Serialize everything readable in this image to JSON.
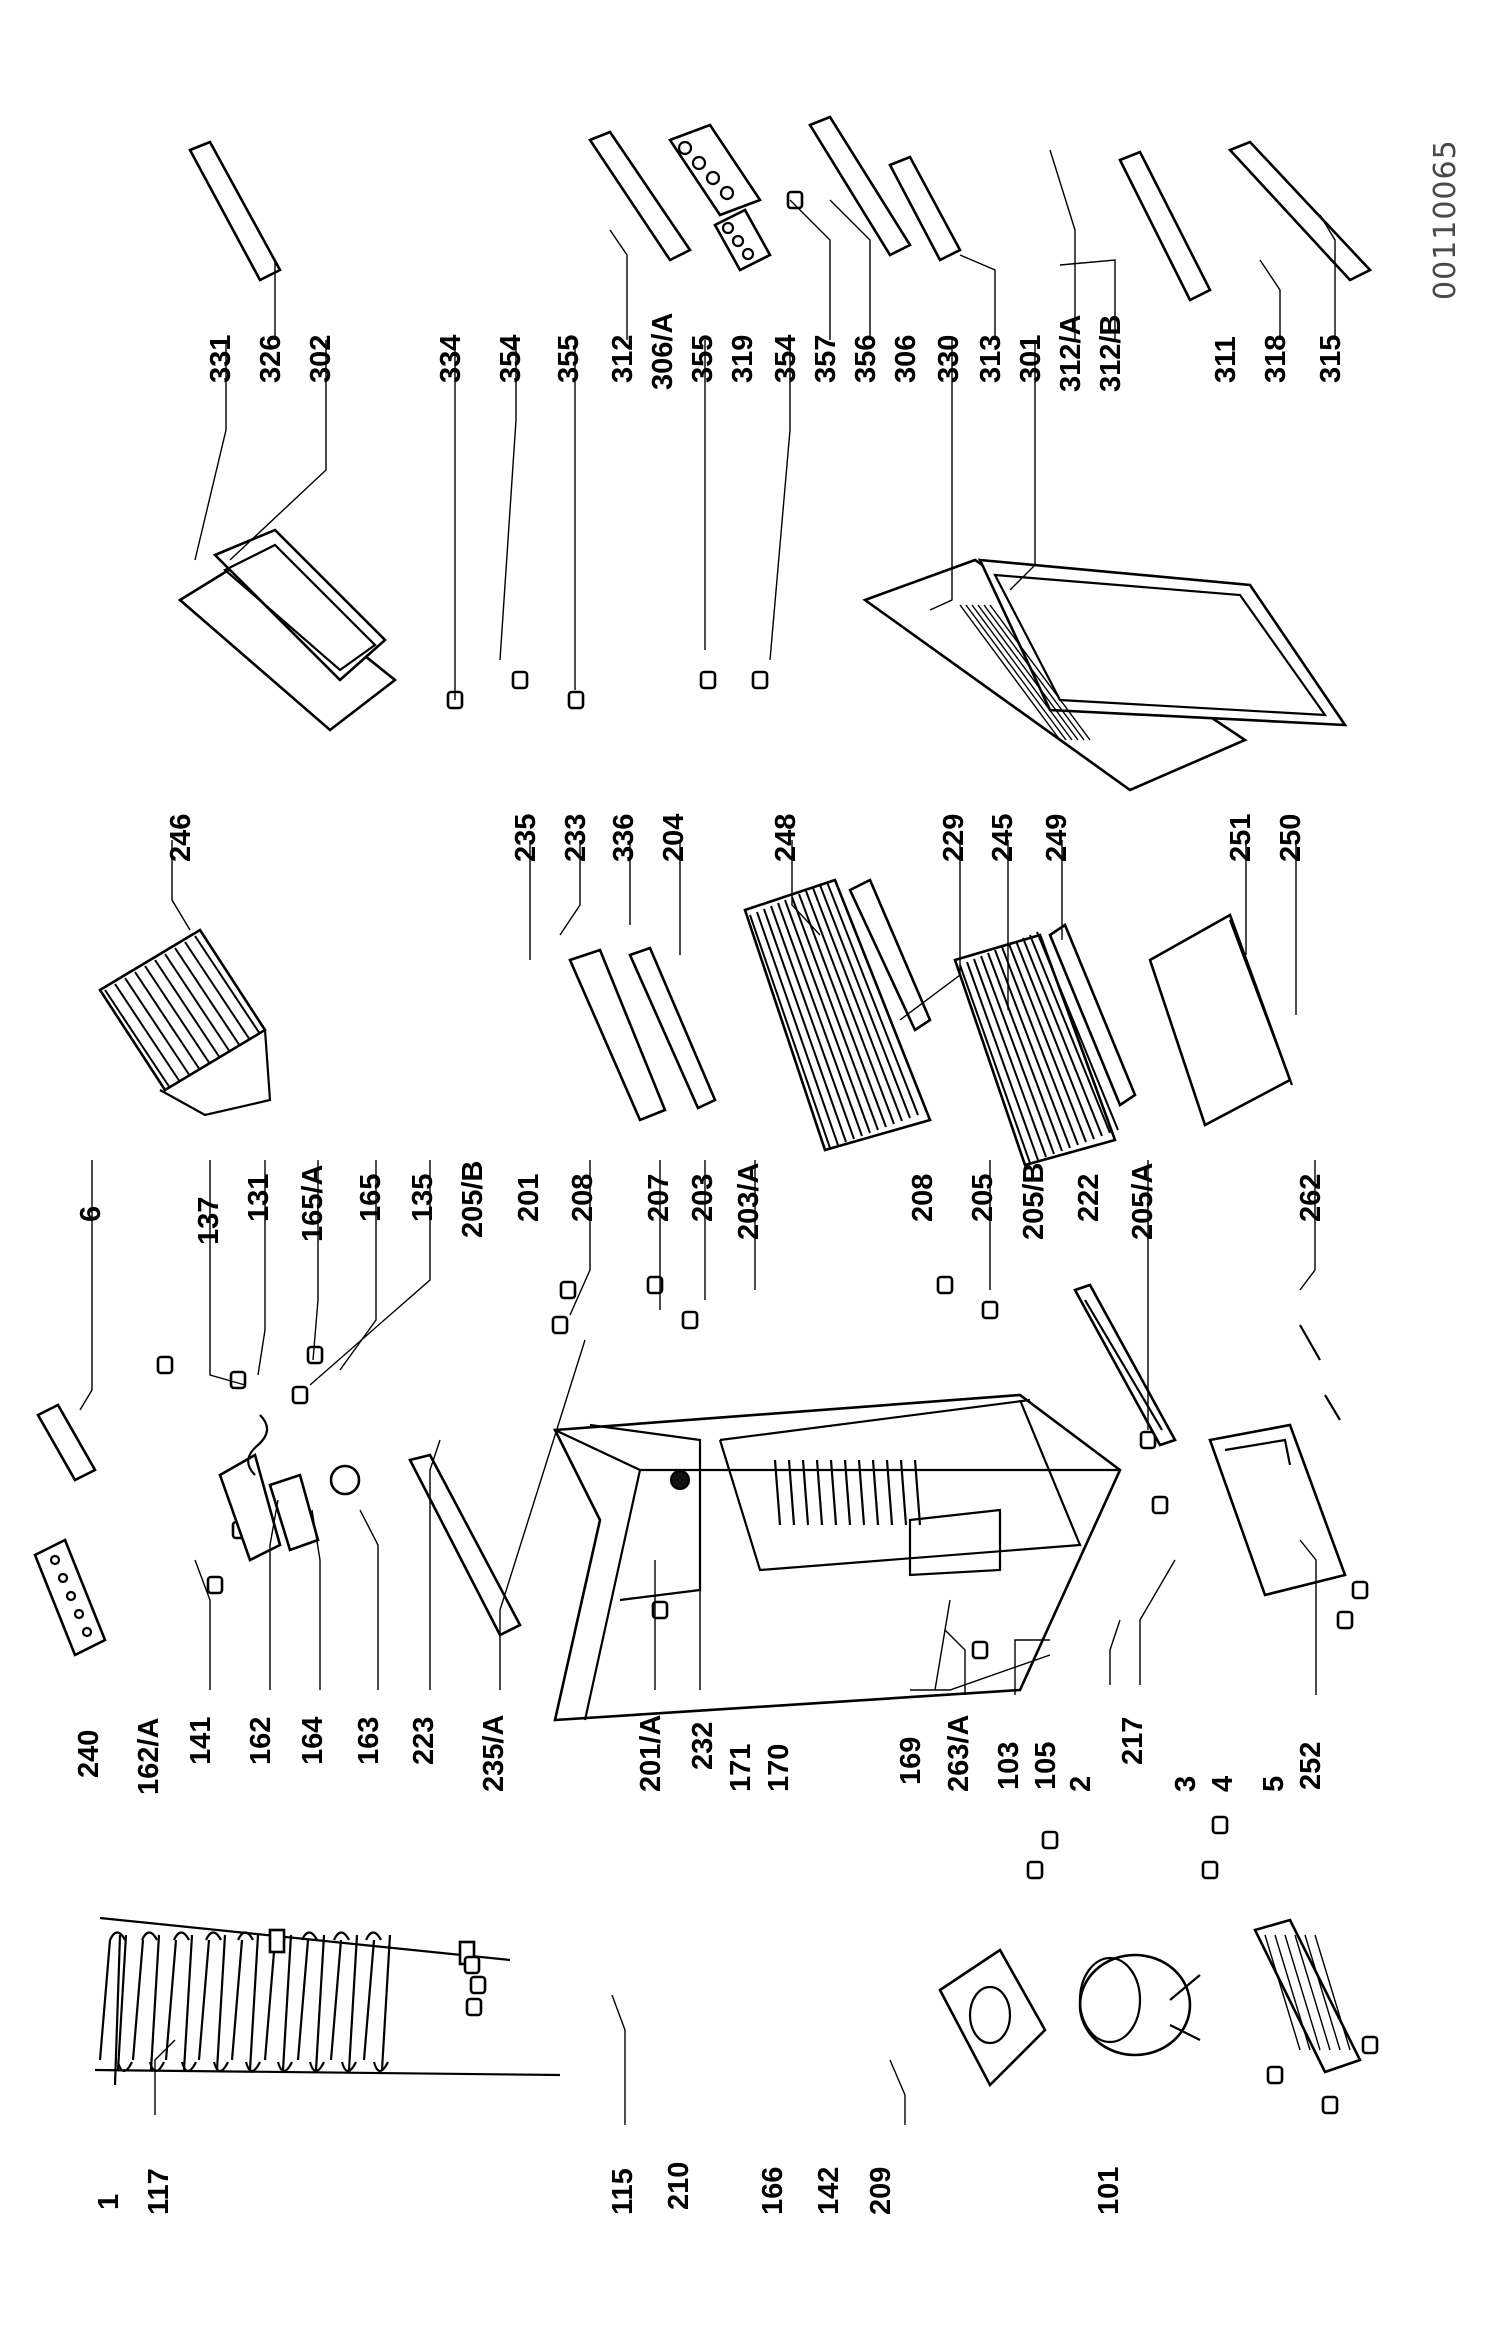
{
  "diagram": {
    "reference_code": "00110065",
    "labels": [
      {
        "id": "1",
        "text": "1"
      },
      {
        "id": "117",
        "text": "117"
      },
      {
        "id": "115",
        "text": "115"
      },
      {
        "id": "210",
        "text": "210"
      },
      {
        "id": "166",
        "text": "166"
      },
      {
        "id": "142",
        "text": "142"
      },
      {
        "id": "209",
        "text": "209"
      },
      {
        "id": "101",
        "text": "101"
      },
      {
        "id": "240",
        "text": "240"
      },
      {
        "id": "162A",
        "text": "162/A"
      },
      {
        "id": "141",
        "text": "141"
      },
      {
        "id": "162",
        "text": "162"
      },
      {
        "id": "164",
        "text": "164"
      },
      {
        "id": "163",
        "text": "163"
      },
      {
        "id": "223",
        "text": "223"
      },
      {
        "id": "235A",
        "text": "235/A"
      },
      {
        "id": "201A",
        "text": "201/A"
      },
      {
        "id": "232",
        "text": "232"
      },
      {
        "id": "171",
        "text": "171"
      },
      {
        "id": "170",
        "text": "170"
      },
      {
        "id": "169",
        "text": "169"
      },
      {
        "id": "263A",
        "text": "263/A"
      },
      {
        "id": "103",
        "text": "103"
      },
      {
        "id": "105",
        "text": "105"
      },
      {
        "id": "2",
        "text": "2"
      },
      {
        "id": "217",
        "text": "217"
      },
      {
        "id": "3",
        "text": "3"
      },
      {
        "id": "4",
        "text": "4"
      },
      {
        "id": "5",
        "text": "5"
      },
      {
        "id": "252",
        "text": "252"
      },
      {
        "id": "6",
        "text": "6"
      },
      {
        "id": "137",
        "text": "137"
      },
      {
        "id": "131",
        "text": "131"
      },
      {
        "id": "165A",
        "text": "165/A"
      },
      {
        "id": "165",
        "text": "165"
      },
      {
        "id": "135",
        "text": "135"
      },
      {
        "id": "205B_top",
        "text": "205/B"
      },
      {
        "id": "201",
        "text": "201"
      },
      {
        "id": "208_top",
        "text": "208"
      },
      {
        "id": "207",
        "text": "207"
      },
      {
        "id": "203",
        "text": "203"
      },
      {
        "id": "203A",
        "text": "203/A"
      },
      {
        "id": "208_bottom",
        "text": "208"
      },
      {
        "id": "205",
        "text": "205"
      },
      {
        "id": "205B_bottom",
        "text": "205/B"
      },
      {
        "id": "222",
        "text": "222"
      },
      {
        "id": "205A",
        "text": "205/A"
      },
      {
        "id": "262",
        "text": "262"
      },
      {
        "id": "246",
        "text": "246"
      },
      {
        "id": "235",
        "text": "235"
      },
      {
        "id": "233",
        "text": "233"
      },
      {
        "id": "336",
        "text": "336"
      },
      {
        "id": "204",
        "text": "204"
      },
      {
        "id": "248",
        "text": "248"
      },
      {
        "id": "229",
        "text": "229"
      },
      {
        "id": "245",
        "text": "245"
      },
      {
        "id": "249",
        "text": "249"
      },
      {
        "id": "251",
        "text": "251"
      },
      {
        "id": "250",
        "text": "250"
      },
      {
        "id": "331",
        "text": "331"
      },
      {
        "id": "326",
        "text": "326"
      },
      {
        "id": "302",
        "text": "302"
      },
      {
        "id": "334",
        "text": "334"
      },
      {
        "id": "354_a",
        "text": "354"
      },
      {
        "id": "355_a",
        "text": "355"
      },
      {
        "id": "312",
        "text": "312"
      },
      {
        "id": "306A",
        "text": "306/A"
      },
      {
        "id": "355_b",
        "text": "355"
      },
      {
        "id": "319",
        "text": "319"
      },
      {
        "id": "354_b",
        "text": "354"
      },
      {
        "id": "357",
        "text": "357"
      },
      {
        "id": "356",
        "text": "356"
      },
      {
        "id": "306",
        "text": "306"
      },
      {
        "id": "330",
        "text": "330"
      },
      {
        "id": "313",
        "text": "313"
      },
      {
        "id": "301",
        "text": "301"
      },
      {
        "id": "312A",
        "text": "312/A"
      },
      {
        "id": "312B",
        "text": "312/B"
      },
      {
        "id": "311",
        "text": "311"
      },
      {
        "id": "318",
        "text": "318"
      },
      {
        "id": "315",
        "text": "315"
      }
    ]
  }
}
